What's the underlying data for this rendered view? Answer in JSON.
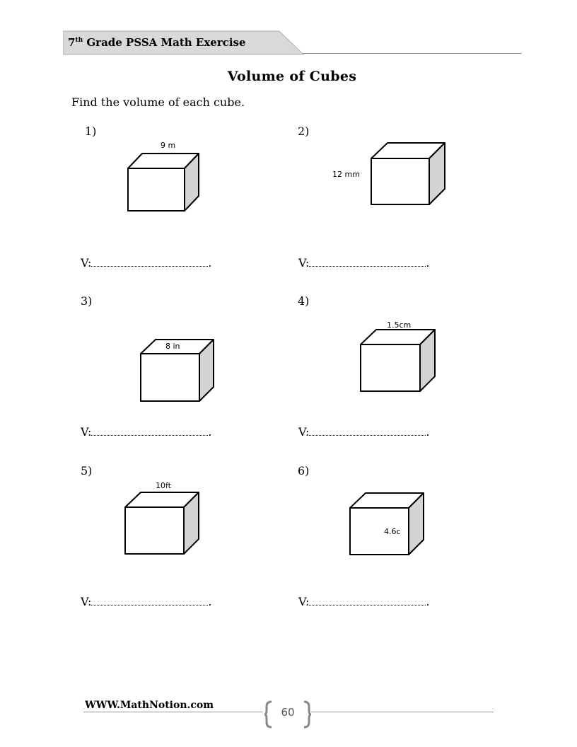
{
  "header": {
    "grade_number": "7",
    "grade_suffix": "th",
    "title_rest": " Grade PSSA Math Exercise"
  },
  "title": "Volume of Cubes",
  "instructions": "Find the volume of each cube.",
  "problems": [
    {
      "number": "1)",
      "label": "9 m",
      "answer_prefix": "V:",
      "answer_end": "."
    },
    {
      "number": "2)",
      "label": "12 mm",
      "answer_prefix": "V:",
      "answer_end": "."
    },
    {
      "number": "3)",
      "label": "8 in",
      "answer_prefix": "V:",
      "answer_end": "."
    },
    {
      "number": "4)",
      "label": "1.5cm",
      "answer_prefix": "V:",
      "answer_end": "."
    },
    {
      "number": "5)",
      "label": "10ft",
      "answer_prefix": "V:",
      "answer_end": "."
    },
    {
      "number": "6)",
      "label": "4.6c",
      "answer_prefix": "V:",
      "answer_end": "."
    }
  ],
  "footer": {
    "website": "WWW.MathNotion.com",
    "page_number": "60"
  },
  "colors": {
    "header_tab": "#d9d9d9",
    "cube_side": "#d4d4d4"
  }
}
